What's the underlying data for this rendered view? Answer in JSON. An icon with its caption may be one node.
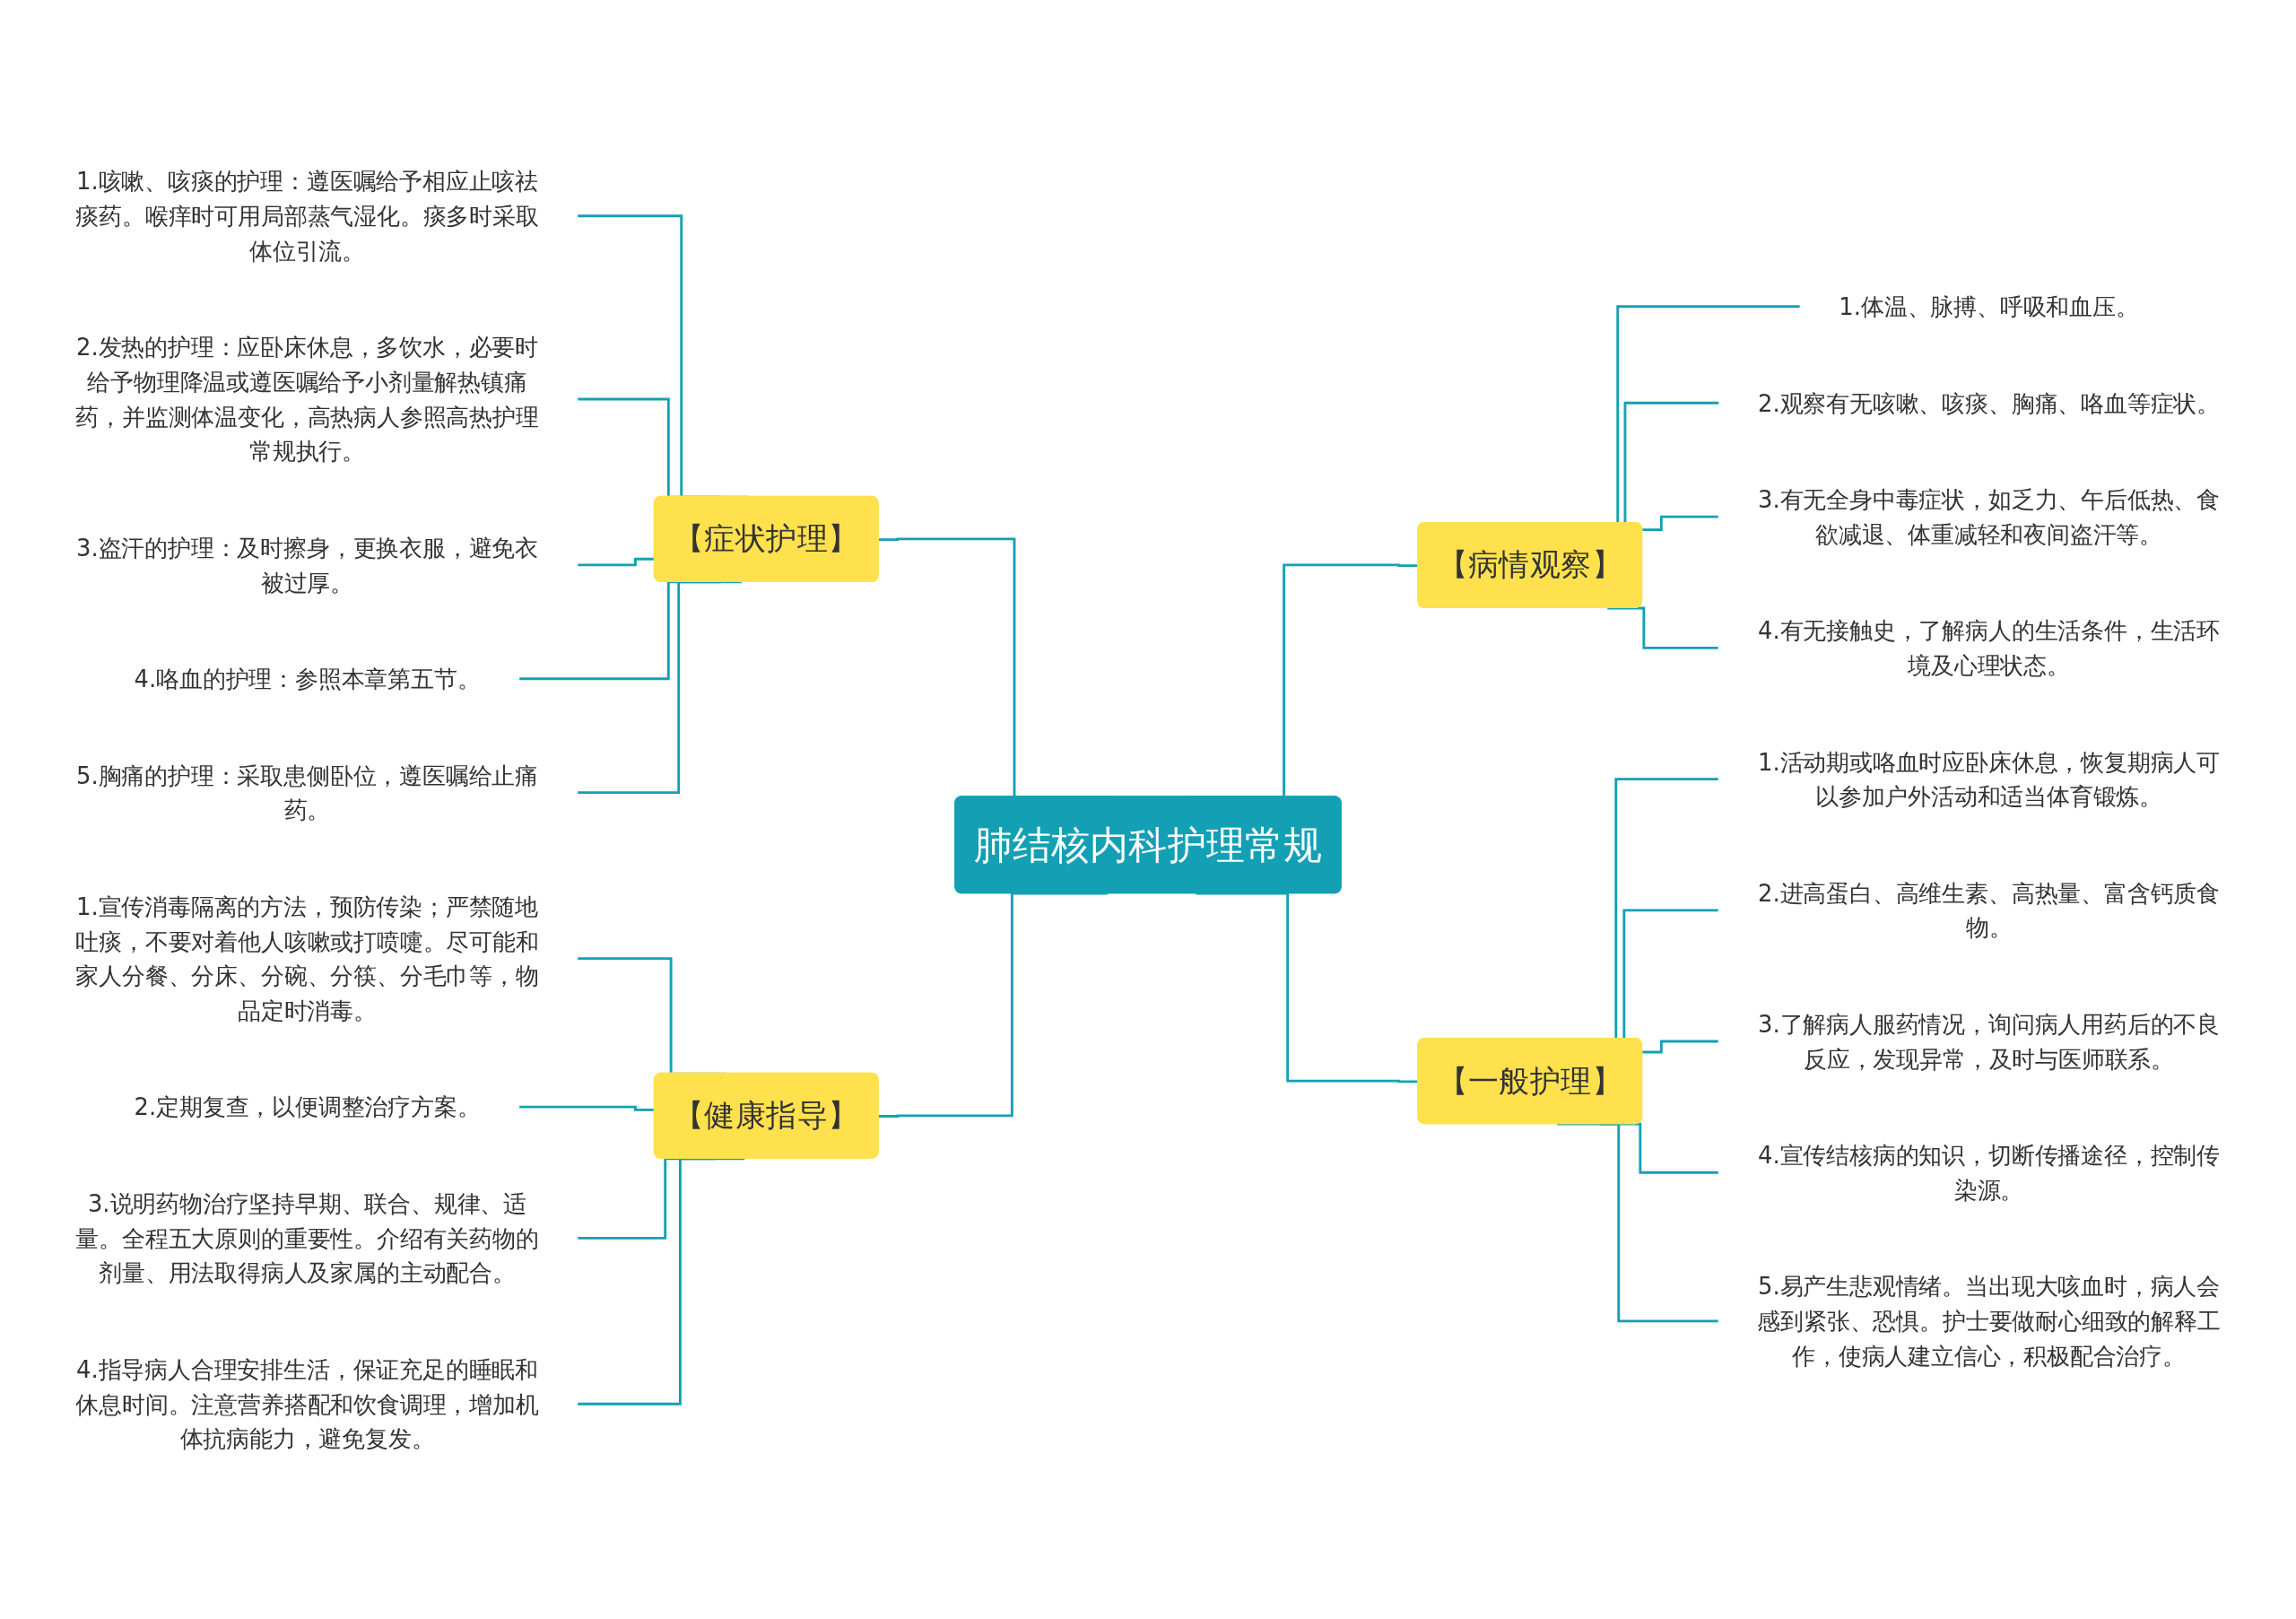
{
  "diagram": {
    "nodes": [
      {
        "text": [
          "肺结核内科护理常规"
        ]
      },
      {
        "text": [
          "【症状护理】"
        ]
      },
      {
        "text": [
          "1.咳嗽、咳痰的护理：遵医嘱给予相应止咳祛痰药。喉痒时可用局部蒸气湿化。痰多时采取体位引流。"
        ]
      },
      {
        "text": [
          "2.发热的护理：应卧床休息，多饮水，必要时给予物理降温或遵医嘱给予小剂量解热镇痛药，并监测体温变化，高热病人参照高热护理常规执行。"
        ]
      },
      {
        "text": [
          "3.盗汗的护理：及时擦身，更换衣服，避免衣被过厚。"
        ]
      },
      {
        "text": [
          "4.咯血的护理：参照本章第五节。"
        ]
      },
      {
        "text": [
          "5.胸痛的护理：采取患侧卧位，遵医嘱给止痛药。"
        ]
      },
      {
        "text": [
          "【健康指导】"
        ]
      },
      {
        "text": [
          "1.宣传消毒隔离的方法，预防传染；严禁随地吐痰，不要对着他人咳嗽或打喷嚏。尽可能和家人分餐、分床、分碗、分筷、分毛巾等，物品定时消毒。"
        ]
      },
      {
        "text": [
          "2.定期复查，以便调整治疗方案。"
        ]
      },
      {
        "text": [
          "3.说明药物治疗坚持早期、联合、规律、适量。全程五大原则的重要性。介绍有关药物的剂量、用法取得病人及家属的主动配合。"
        ]
      },
      {
        "text": [
          "4.指导病人合理安排生活，保证充足的睡眠和休息时间。注意营养搭配和饮食调理，增加机体抗病能力，避免复发。"
        ]
      },
      {
        "text": [
          "【病情观察】"
        ]
      },
      {
        "text": [
          "1.体温、脉搏、呼吸和血压。"
        ]
      },
      {
        "text": [
          "2.观察有无咳嗽、咳痰、胸痛、咯血等症状。"
        ]
      },
      {
        "text": [
          "3.有无全身中毒症状，如乏力、午后低热、食欲减退、体重减轻和夜间盗汗等。"
        ]
      },
      {
        "text": [
          "4.有无接触史，了解病人的生活条件，生活环境及心理状态。"
        ]
      },
      {
        "text": [
          "【一般护理】"
        ]
      },
      {
        "text": [
          "1.活动期或咯血时应卧床休息，恢复期病人可以参加户外活动和适当体育锻炼。"
        ]
      },
      {
        "text": [
          "2.进高蛋白、高维生素、高热量、富含钙质食物。"
        ]
      },
      {
        "text": [
          "3.了解病人服药情况，询问病人用药后的不良反应，发现异常，及时与医师联系。"
        ]
      },
      {
        "text": [
          "4.宣传结核病的知识，切断传播途径，控制传染源。"
        ]
      },
      {
        "text": [
          "5.易产生悲观情绪。当出现大咳血时，病人会感到紧张、恐惧。护士要做耐心细致的解释工作，使病人建立信心，积极配合治疗。"
        ]
      }
    ],
    "edges": [
      {
        "from": 1,
        "to": 0,
        "arrow": "none"
      },
      {
        "from": 2,
        "to": 1,
        "arrow": "none"
      },
      {
        "from": 3,
        "to": 1,
        "arrow": "none"
      },
      {
        "from": 4,
        "to": 1,
        "arrow": "none"
      },
      {
        "from": 5,
        "to": 1,
        "arrow": "none"
      },
      {
        "from": 6,
        "to": 1,
        "arrow": "none"
      },
      {
        "from": 7,
        "to": 0,
        "arrow": "none"
      },
      {
        "from": 8,
        "to": 7,
        "arrow": "none"
      },
      {
        "from": 9,
        "to": 7,
        "arrow": "none"
      },
      {
        "from": 10,
        "to": 7,
        "arrow": "none"
      },
      {
        "from": 11,
        "to": 7,
        "arrow": "none"
      },
      {
        "from": 0,
        "to": 12,
        "arrow": "none"
      },
      {
        "from": 12,
        "to": 13,
        "arrow": "none"
      },
      {
        "from": 12,
        "to": 14,
        "arrow": "none"
      },
      {
        "from": 12,
        "to": 15,
        "arrow": "none"
      },
      {
        "from": 12,
        "to": 16,
        "arrow": "none"
      },
      {
        "from": 0,
        "to": 17,
        "arrow": "none"
      },
      {
        "from": 17,
        "to": 18,
        "arrow": "none"
      },
      {
        "from": 17,
        "to": 19,
        "arrow": "none"
      },
      {
        "from": 17,
        "to": 20,
        "arrow": "none"
      },
      {
        "from": 17,
        "to": 21,
        "arrow": "none"
      },
      {
        "from": 17,
        "to": 22,
        "arrow": "none"
      }
    ]
  }
}
